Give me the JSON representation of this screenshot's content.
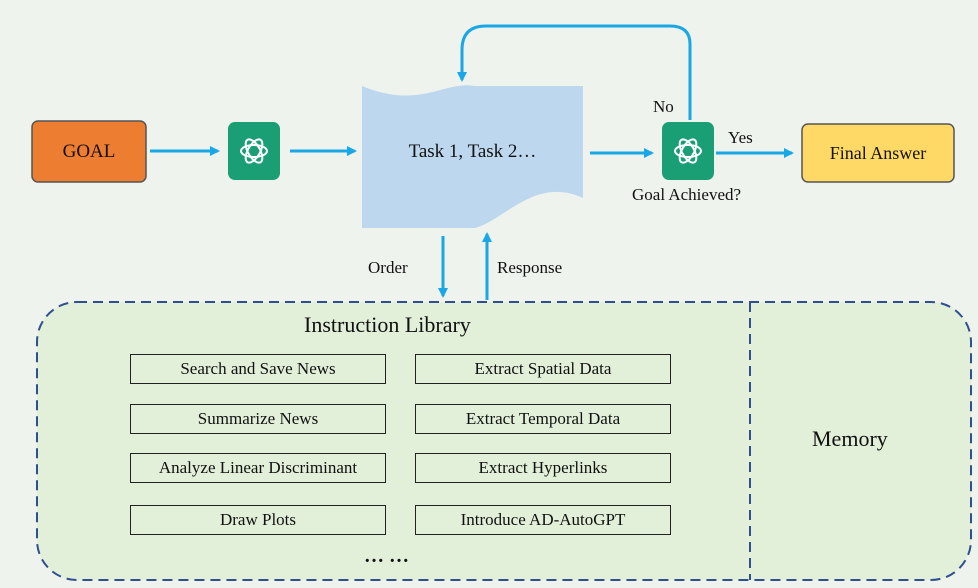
{
  "nodes": {
    "goal": "GOAL",
    "tasks": "Task 1, Task 2…",
    "final_answer": "Final Answer"
  },
  "labels": {
    "no": "No",
    "yes": "Yes",
    "goal_achieved": "Goal Achieved?",
    "order": "Order",
    "response": "Response"
  },
  "library": {
    "title": "Instruction Library",
    "items_left": [
      "Search and Save News",
      "Summarize News",
      "Analyze Linear Discriminant",
      "Draw Plots"
    ],
    "items_right": [
      "Extract Spatial Data",
      "Extract Temporal Data",
      "Extract Hyperlinks",
      "Introduce AD-AutoGPT"
    ],
    "ellipsis": "… …"
  },
  "memory": {
    "title": "Memory"
  },
  "colors": {
    "goal_fill": "#ed7d31",
    "final_fill": "#ffd966",
    "gpt_fill": "#1a9e74",
    "task_fill": "#bdd7ee",
    "arrow": "#1aa7e6",
    "library_fill": "#e2efd9",
    "dash": "#2f4f8f"
  }
}
